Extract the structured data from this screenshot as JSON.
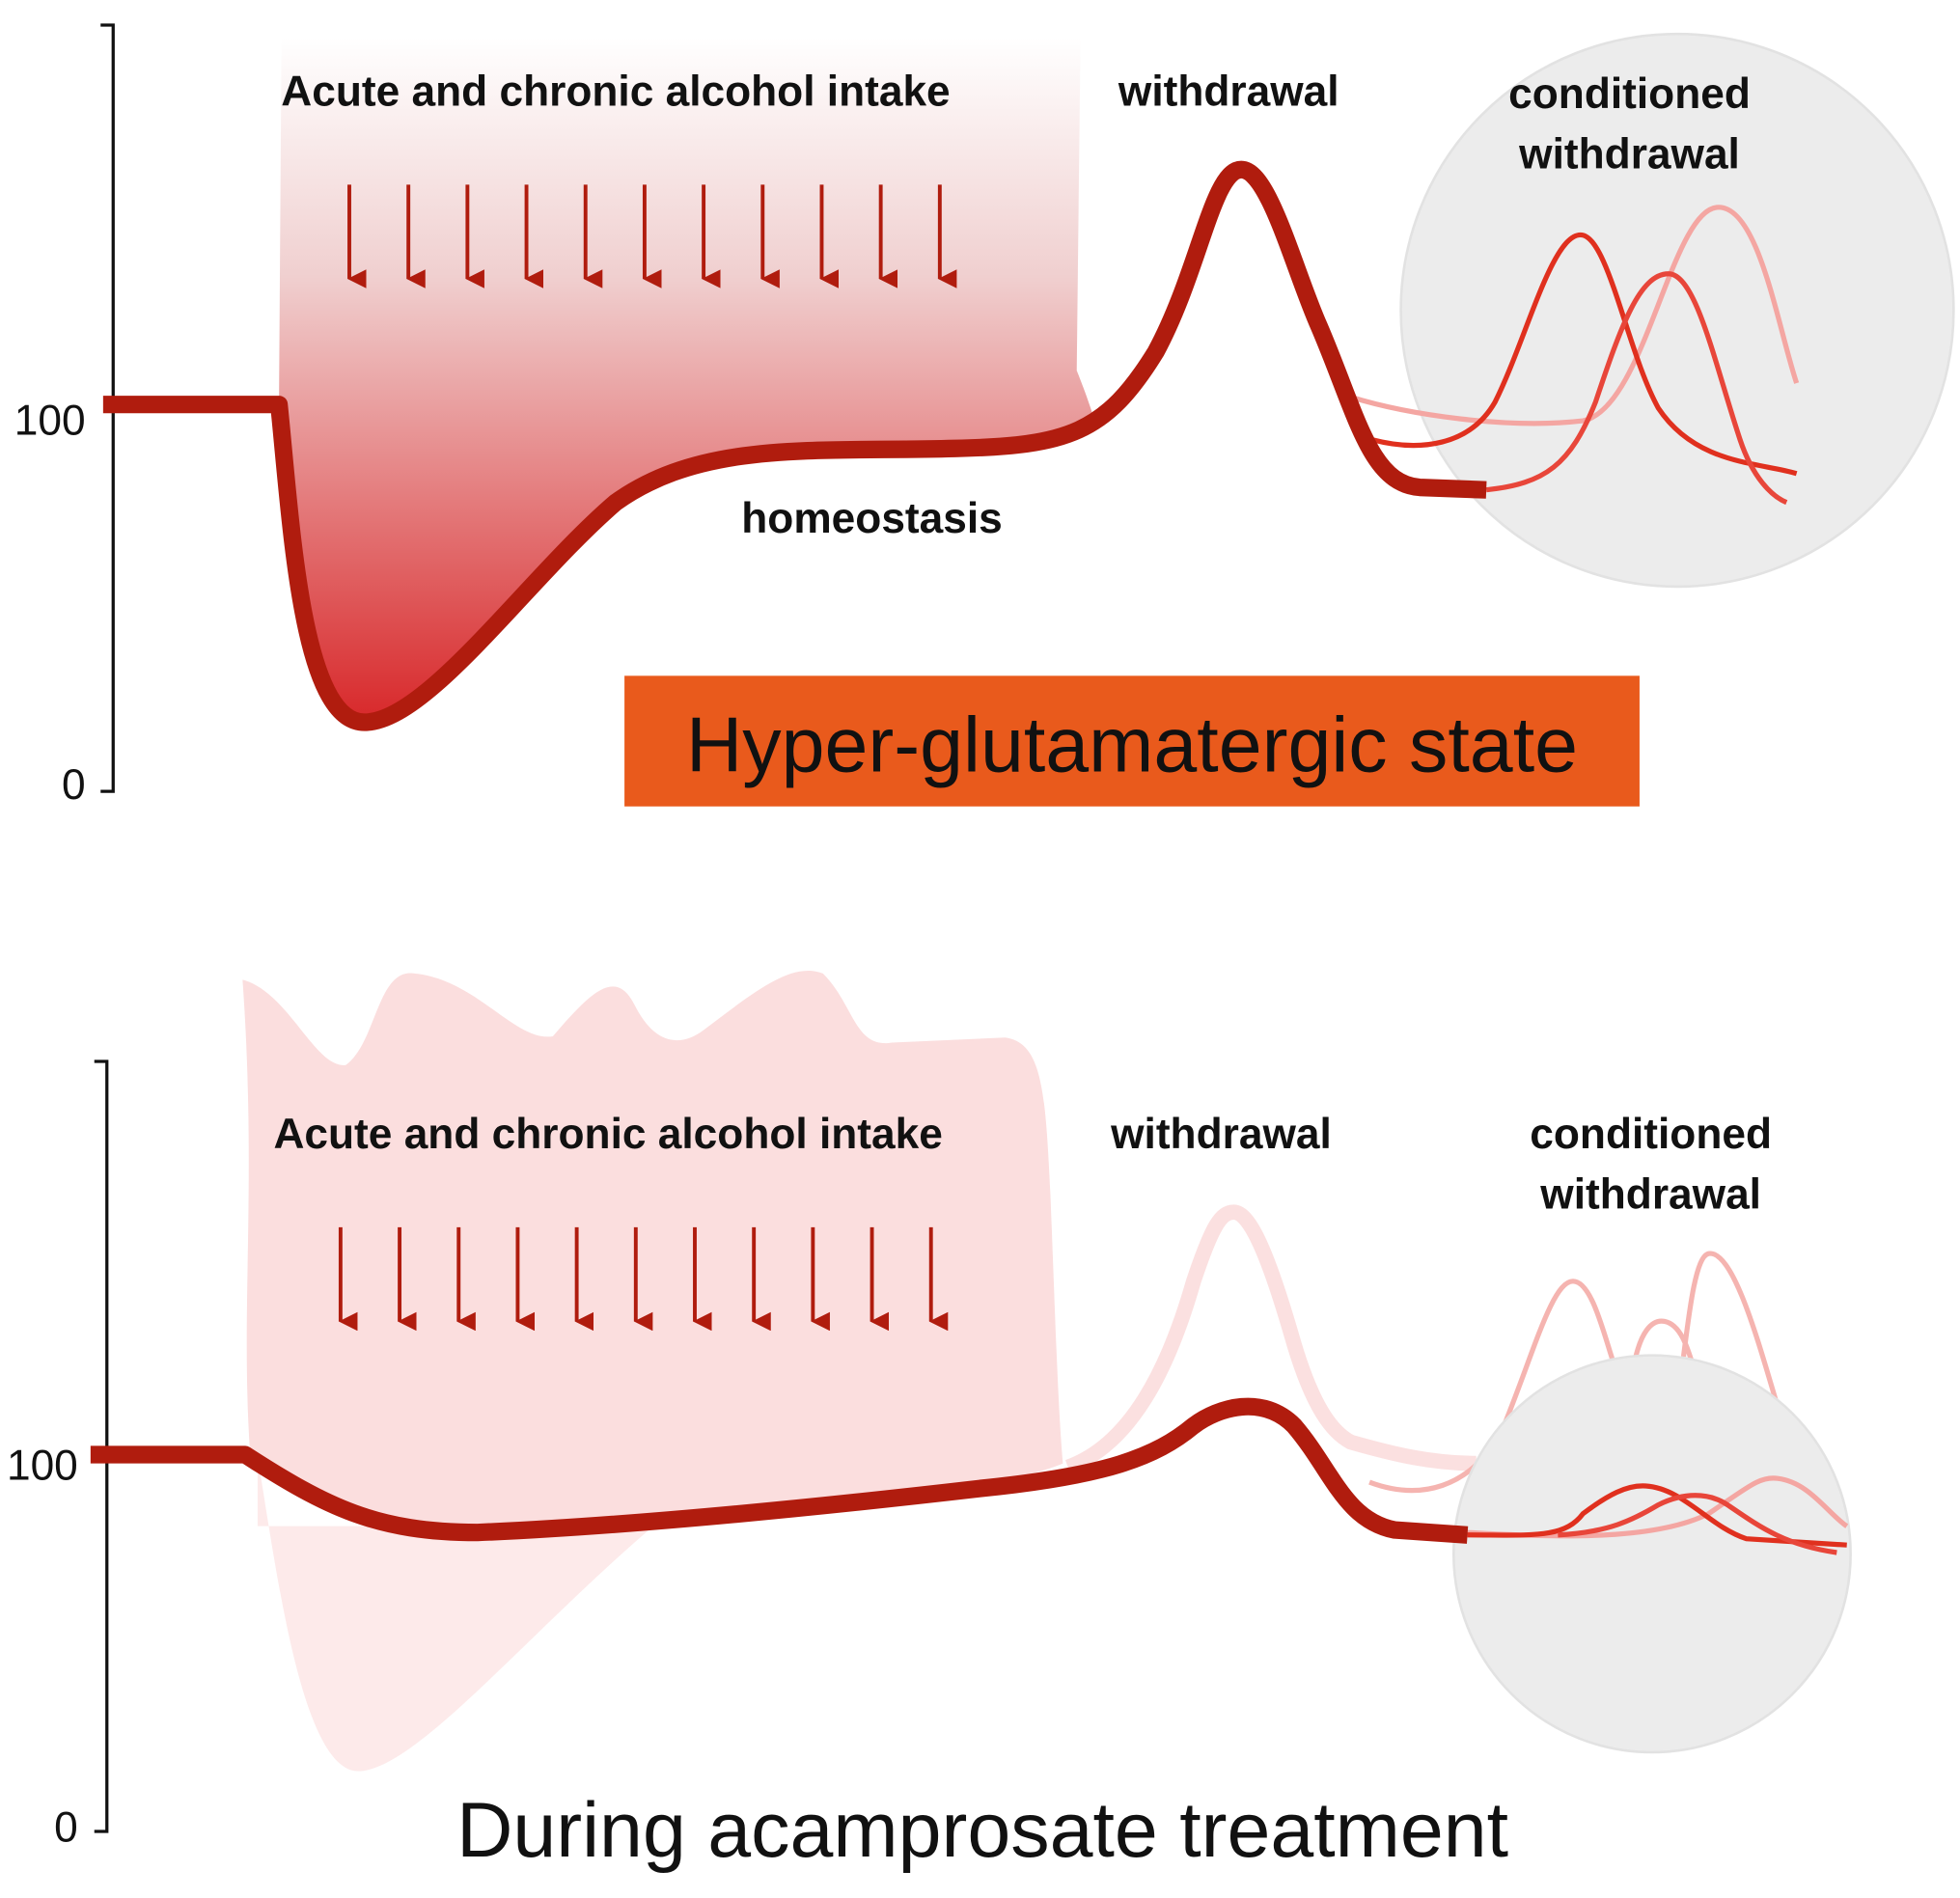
{
  "top_panel": {
    "y_axis": {
      "ticks": [
        "100",
        "0"
      ]
    },
    "intake_label": "Acute and chronic alcohol intake",
    "withdrawal_label": "withdrawal",
    "conditioned_label_line1": "conditioned",
    "conditioned_label_line2": "withdrawal",
    "homeostasis_label": "homeostasis",
    "state_label": "Hyper-glutamatergic state",
    "arrow_count": 11
  },
  "bottom_panel": {
    "y_axis": {
      "ticks": [
        "100",
        "0"
      ]
    },
    "intake_label": "Acute and chronic alcohol intake",
    "withdrawal_label": "withdrawal",
    "conditioned_label_line1": "conditioned",
    "conditioned_label_line2": "withdrawal",
    "title": "During acamprosate treatment",
    "arrow_count": 11
  },
  "colors": {
    "curve": "#b01c0e",
    "state_box": "#e95a1c",
    "circle": "#ececec",
    "pink": "#fbdede"
  }
}
